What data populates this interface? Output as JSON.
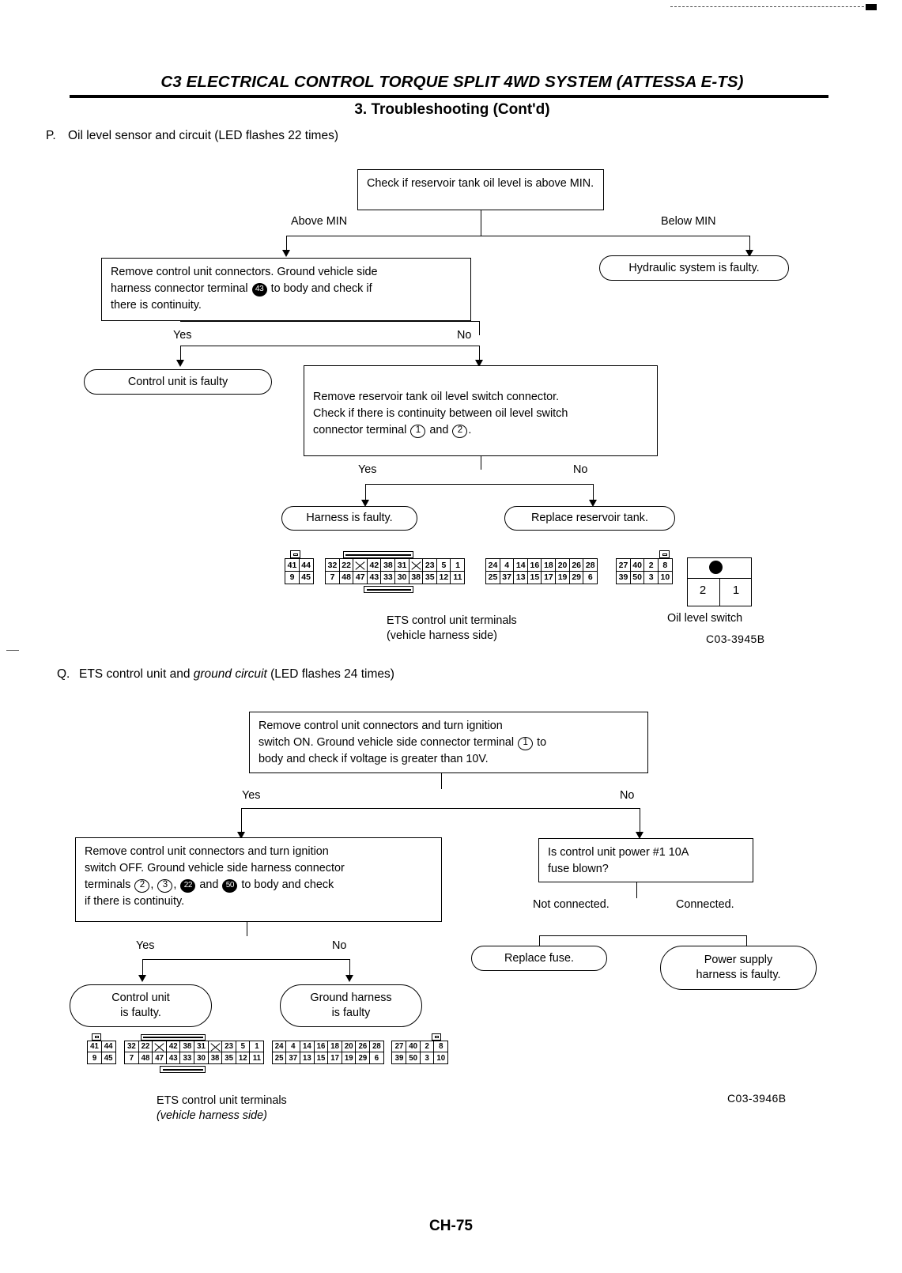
{
  "header": {
    "title": "C3 ELECTRICAL CONTROL TORQUE SPLIT 4WD SYSTEM (ATTESSA E-TS)",
    "subtitle": "3. Troubleshooting (Cont'd)"
  },
  "footer": {
    "page": "CH-75"
  },
  "sections": [
    {
      "letter": "P.",
      "title_plain": "Oil level sensor and circuit (LED flashes 22 times)",
      "drawing_code": "C03-3945B",
      "nodes": {
        "start": "Check if reservoir tank oil level is above MIN.",
        "branch_left_label": "Above MIN",
        "branch_right_label": "Below MIN",
        "right_result": "Hydraulic system is faulty.",
        "step2_line1": "Remove control unit connectors. Ground vehicle side",
        "step2_line2_a": "harness connector terminal",
        "step2_term": "43",
        "step2_line2_b": "to body and check if",
        "step2_line3": "there is continuity.",
        "yes_label": "Yes",
        "no_label": "No",
        "yes_result": "Control unit is faulty",
        "step3_line1": "Remove reservoir tank oil level switch connector.",
        "step3_line2": "Check if there is continuity between oil level switch",
        "step3_line3_a": "connector terminal",
        "step3_term1": "1",
        "step3_line3_b": "and",
        "step3_term2": "2",
        "step3_line3_c": ".",
        "yes2_label": "Yes",
        "no2_label": "No",
        "yes2_result": "Harness is faulty.",
        "no2_result": "Replace reservoir tank."
      },
      "connector_caption_line1": "ETS control unit terminals",
      "connector_caption_line2": "(vehicle harness side)",
      "oil_level_switch": {
        "caption": "Oil level switch",
        "left_pin": "2",
        "right_pin": "1"
      }
    },
    {
      "letter": "Q.",
      "title_plain_a": "ETS control unit and ",
      "title_italic": "ground circuit",
      "title_plain_b": " (LED flashes 24 times)",
      "drawing_code": "C03-3946B",
      "nodes": {
        "start_line1": "Remove control unit connectors and turn ignition",
        "start_line2_a": "switch ON. Ground vehicle side connector terminal",
        "start_term": "1",
        "start_line2_b": "to",
        "start_line3": "body and check if voltage is greater than 10V.",
        "yes_label": "Yes",
        "no_label": "No",
        "left_line1": "Remove control unit connectors and turn ignition",
        "left_line2": "switch OFF. Ground vehicle side harness connector",
        "left_line3_a": "terminals",
        "left_term1": "2",
        "left_term2": "3",
        "left_term3": "22",
        "left_line3_b": "and",
        "left_term4": "50",
        "left_line3_c": "to body and check",
        "left_line4": "if there is continuity.",
        "left_yes_label": "Yes",
        "left_no_label": "No",
        "left_yes_result_line1": "Control unit",
        "left_yes_result_line2": "is faulty.",
        "left_no_result_line1": "Ground harness",
        "left_no_result_line2": "is faulty",
        "right_line1": "Is control unit power #1 10A",
        "right_line2": "fuse blown?",
        "right_left_label": "Not connected.",
        "right_right_label": "Connected.",
        "right_left_result": "Replace fuse.",
        "right_right_result_line1": "Power supply",
        "right_right_result_line2": "harness is faulty."
      },
      "connector_caption_line1": "ETS control unit terminals",
      "connector_caption_line2": "(vehicle harness side)"
    }
  ],
  "connector_blocks": [
    {
      "name": "block-a",
      "top": [
        "41",
        "44"
      ],
      "bottom": [
        "9",
        "45"
      ],
      "has_tab": true,
      "tab_side": "left"
    },
    {
      "name": "block-b",
      "top": [
        "32",
        "22",
        "X",
        "42",
        "38",
        "31",
        "X",
        "23",
        "5",
        "1"
      ],
      "bottom": [
        "7",
        "48",
        "47",
        "43",
        "33",
        "30",
        "38",
        "35",
        "12",
        "11"
      ],
      "has_tab": true,
      "tab_side": "center"
    },
    {
      "name": "block-c",
      "top": [
        "24",
        "4",
        "14",
        "16",
        "18",
        "20",
        "26",
        "28"
      ],
      "bottom": [
        "25",
        "37",
        "13",
        "15",
        "17",
        "19",
        "29",
        "6"
      ],
      "has_tab": false
    },
    {
      "name": "block-d",
      "top": [
        "27",
        "40",
        "2",
        "8"
      ],
      "bottom": [
        "39",
        "50",
        "3",
        "10"
      ],
      "has_tab": true,
      "tab_side": "right"
    }
  ]
}
